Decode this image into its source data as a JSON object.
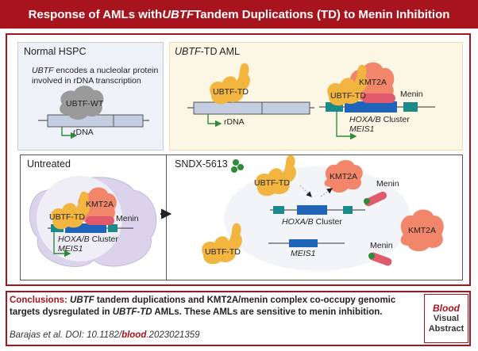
{
  "header": {
    "title_part1": "Response of AMLs with ",
    "title_italic": "UBTF",
    "title_part2": " Tandem Duplications (TD) to Menin Inhibition"
  },
  "normal_panel": {
    "title": "Normal HSPC",
    "desc_italic": "UBTF",
    "desc_line1": " encodes a nucleolar protein",
    "desc_line2": "involved in rDNA transcription",
    "protein": "UBTF-WT",
    "gene": "rDNA"
  },
  "ubtf_panel": {
    "title_italic": "UBTF",
    "title_rest": "-TD AML",
    "protein_left": "UBTF-TD",
    "gene_left": "rDNA",
    "protein_right": "UBTF-TD",
    "kmt2a": "KMT2A",
    "menin": "Menin",
    "cluster_italic": "HOXA/B",
    "cluster_rest": " Cluster",
    "meis": "MEIS1"
  },
  "untreated_panel": {
    "title": "Untreated",
    "protein": "UBTF-TD",
    "kmt2a": "KMT2A",
    "menin": "Menin",
    "cluster_italic": "HOXA/B",
    "cluster_rest": " Cluster",
    "meis": "MEIS1"
  },
  "treated_panel": {
    "title": "SNDX-5613",
    "protein_top": "UBTF-TD",
    "kmt2a_top": "KMT2A",
    "menin_top": "Menin",
    "cluster_italic": "HOXA/B",
    "cluster_rest": " Cluster",
    "meis": "MEIS1",
    "protein_bottom": "UBTF-TD",
    "menin_bottom": "Menin",
    "kmt2a_bottom": "KMT2A"
  },
  "footer": {
    "label": "Conclusions:",
    "italic1": "UBTF",
    "text1": " tandem duplications and KMT2A/menin complex co-occupy genomic targets dysregulated in ",
    "italic2": "UBTF-TD",
    "text2": " AMLs. These AMLs are sensitive to menin inhibition.",
    "citation_pre": "Barajas et al. DOI: 10.1182/",
    "citation_journal": "blood",
    "citation_post": ".2023021359"
  },
  "badge": {
    "line1": "Blood",
    "line2": "Visual",
    "line3": "Abstract"
  },
  "colors": {
    "brand_red": "#a8141e",
    "ubtf_td": "#f2b640",
    "ubtf_wt": "#9a9a9a",
    "kmt2a": "#f2866a",
    "menin": "#e05a6c",
    "dna_block": "#1f64b8",
    "teal_block": "#1a8a8a",
    "arrow_green": "#2e8b3a"
  }
}
